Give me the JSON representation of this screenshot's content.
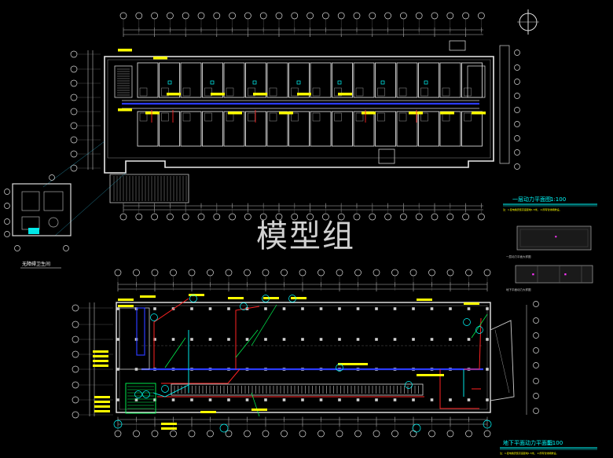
{
  "watermark": "模型组",
  "upper_plan": {
    "title": "一层动力平面图",
    "scale": "1:100",
    "note": "注：1.配电箱安装高度距地1.5米。 2.所有管线暗敷设。"
  },
  "lower_plan": {
    "title": "地下平面动力平面图",
    "scale": "1:100",
    "note": "注：1.配电箱安装高度距地1.5米。 2.所有管线暗敷设。"
  },
  "detail_plan": {
    "title": "无障碍卫生间"
  },
  "legend": {
    "box1_label": "一层动力平面大样图",
    "box2_label": "地下平面动力大样图"
  },
  "colors": {
    "background": "#000000",
    "grid_line": "#bfbfbf",
    "wall": "#e8e8e8",
    "bus_blue": "#2b3bff",
    "label_yellow": "#ffff00",
    "cable_red": "#ff2222",
    "wire_green": "#00ff55",
    "cable_cyan": "#00ffff",
    "watermark": "#ffffff"
  }
}
